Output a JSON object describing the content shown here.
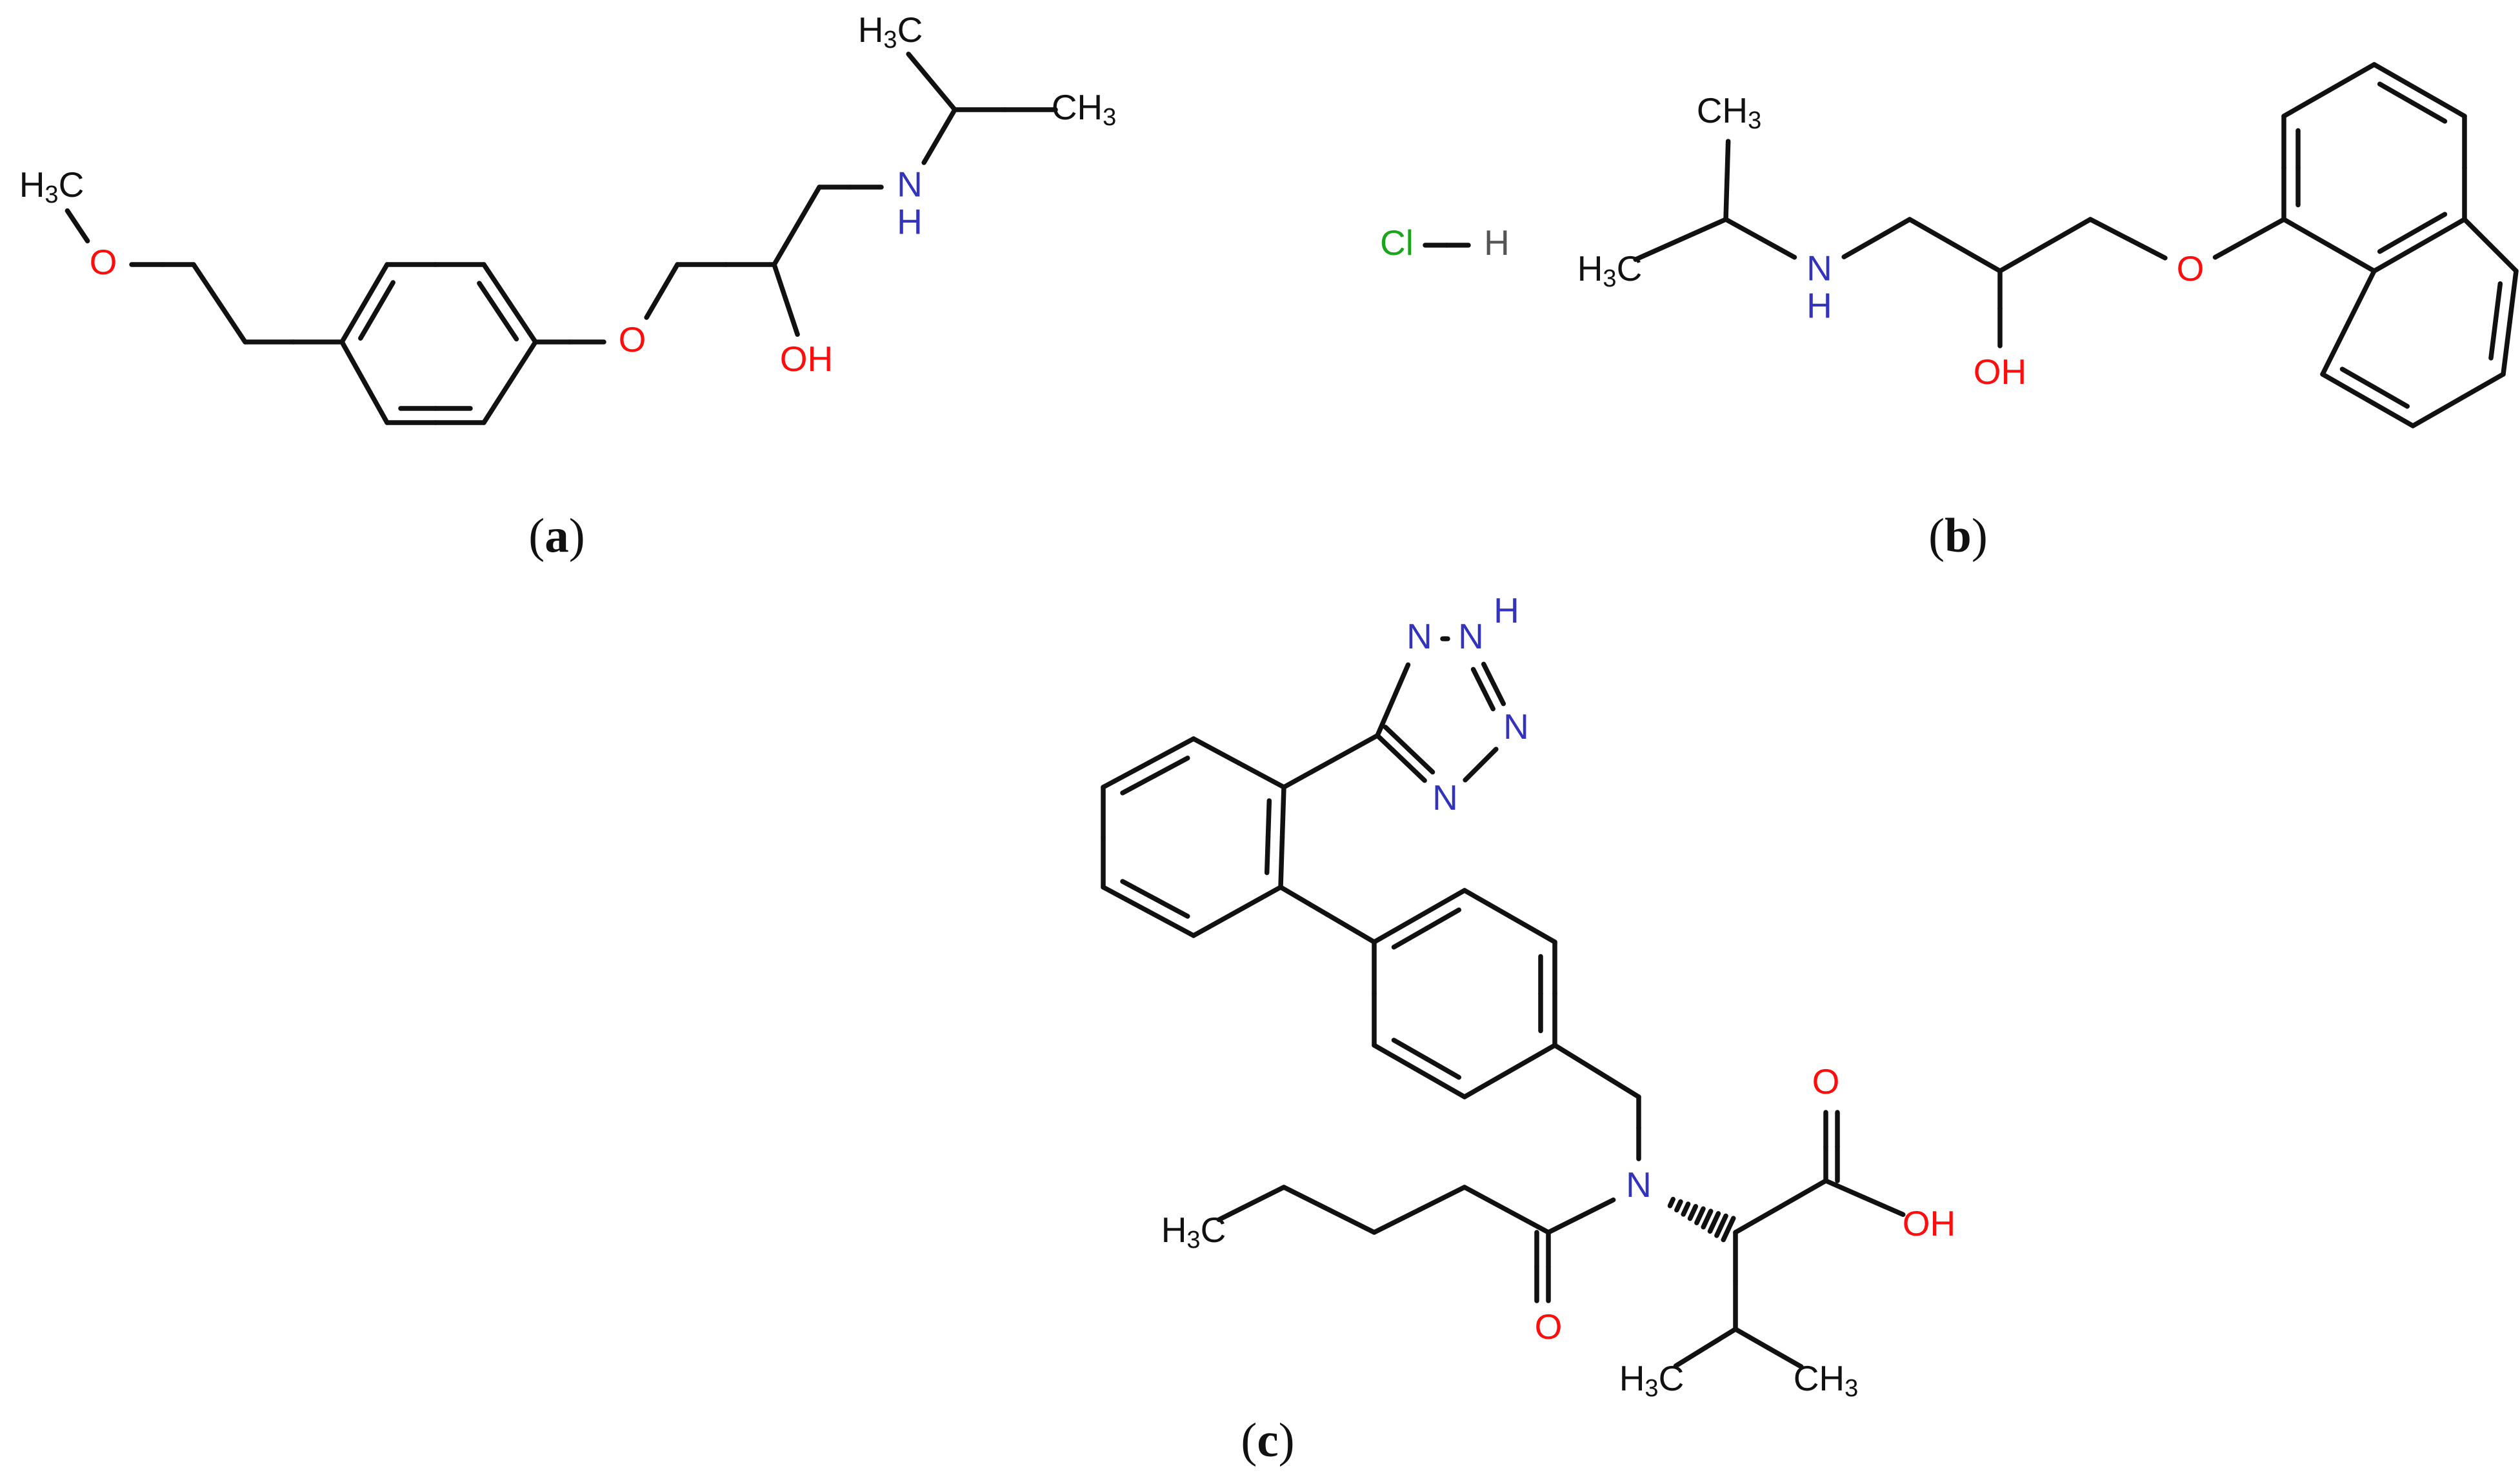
{
  "colors": {
    "bond": "#111111",
    "carbon": "#111111",
    "oxygen": "#ff0d0d",
    "nitrogen": "#3333bb",
    "chlorine": "#1aa51a",
    "hydrogen": "#555555"
  },
  "panels": [
    {
      "id": "a",
      "caption": {
        "open": "(",
        "letter": "a",
        "close": ")"
      },
      "atoms": [
        {
          "id": "C1",
          "sym": "C",
          "label": "H3C",
          "label_parts": [
            "H",
            "3",
            "C"
          ],
          "element": "carbon"
        },
        {
          "id": "O1",
          "sym": "O",
          "label": "O",
          "label_parts": [
            "O"
          ],
          "element": "oxygen"
        },
        {
          "id": "C2",
          "sym": "C",
          "label": "",
          "element": "carbon"
        },
        {
          "id": "C3",
          "sym": "C",
          "label": "",
          "element": "carbon"
        },
        {
          "id": "Ar1",
          "sym": "C",
          "label": "",
          "element": "carbon"
        },
        {
          "id": "Ar2",
          "sym": "C",
          "label": "",
          "element": "carbon"
        },
        {
          "id": "Ar3",
          "sym": "C",
          "label": "",
          "element": "carbon"
        },
        {
          "id": "Ar4",
          "sym": "C",
          "label": "",
          "element": "carbon"
        },
        {
          "id": "Ar5",
          "sym": "C",
          "label": "",
          "element": "carbon"
        },
        {
          "id": "Ar6",
          "sym": "C",
          "label": "",
          "element": "carbon"
        },
        {
          "id": "O2",
          "sym": "O",
          "label": "O",
          "label_parts": [
            "O"
          ],
          "element": "oxygen"
        },
        {
          "id": "C4",
          "sym": "C",
          "label": "",
          "element": "carbon"
        },
        {
          "id": "C5",
          "sym": "C",
          "label": "",
          "element": "carbon"
        },
        {
          "id": "O3",
          "sym": "O",
          "label": "OH",
          "label_parts": [
            "OH"
          ],
          "element": "oxygen"
        },
        {
          "id": "C6",
          "sym": "C",
          "label": "",
          "element": "carbon"
        },
        {
          "id": "N1",
          "sym": "N",
          "label": "N\nH",
          "label_parts": [
            "N",
            "H"
          ],
          "element": "nitrogen"
        },
        {
          "id": "C7",
          "sym": "C",
          "label": "",
          "element": "carbon"
        },
        {
          "id": "C8",
          "sym": "C",
          "label": "H3C",
          "label_parts": [
            "H",
            "3",
            "C"
          ],
          "element": "carbon"
        },
        {
          "id": "C9",
          "sym": "C",
          "label": "CH3",
          "label_parts": [
            "CH",
            "3"
          ],
          "element": "carbon"
        }
      ],
      "bonds": [
        [
          "C1",
          "O1",
          1
        ],
        [
          "O1",
          "C2",
          1
        ],
        [
          "C2",
          "C3",
          1
        ],
        [
          "C3",
          "Ar1",
          1
        ],
        [
          "Ar1",
          "Ar2",
          2
        ],
        [
          "Ar2",
          "Ar3",
          1
        ],
        [
          "Ar3",
          "Ar4",
          2
        ],
        [
          "Ar4",
          "Ar5",
          1
        ],
        [
          "Ar5",
          "Ar6",
          2
        ],
        [
          "Ar6",
          "Ar1",
          1
        ],
        [
          "Ar4",
          "O2",
          1
        ],
        [
          "O2",
          "C4",
          1
        ],
        [
          "C4",
          "C5",
          1
        ],
        [
          "C5",
          "O3",
          1
        ],
        [
          "C5",
          "C6",
          1
        ],
        [
          "C6",
          "N1",
          1
        ],
        [
          "N1",
          "C7",
          1
        ],
        [
          "C7",
          "C8",
          1
        ],
        [
          "C7",
          "C9",
          1
        ]
      ]
    },
    {
      "id": "hcl",
      "atoms": [
        {
          "id": "Cl",
          "sym": "Cl",
          "label": "Cl",
          "label_parts": [
            "Cl"
          ],
          "element": "chlorine"
        },
        {
          "id": "H",
          "sym": "H",
          "label": "H",
          "label_parts": [
            "H"
          ],
          "element": "hydrogen"
        }
      ],
      "bonds": [
        [
          "Cl",
          "H",
          1
        ]
      ]
    },
    {
      "id": "b",
      "caption": {
        "open": "(",
        "letter": "b",
        "close": ")"
      },
      "atoms": [
        {
          "id": "C1",
          "sym": "C",
          "label": "H3C",
          "label_parts": [
            "H",
            "3",
            "C"
          ],
          "element": "carbon"
        },
        {
          "id": "C2",
          "sym": "C",
          "label": "",
          "element": "carbon"
        },
        {
          "id": "C3",
          "sym": "C",
          "label": "CH3",
          "label_parts": [
            "CH",
            "3"
          ],
          "element": "carbon"
        },
        {
          "id": "N1",
          "sym": "N",
          "label": "N\nH",
          "label_parts": [
            "N",
            "H"
          ],
          "element": "nitrogen"
        },
        {
          "id": "C4",
          "sym": "C",
          "label": "",
          "element": "carbon"
        },
        {
          "id": "C5",
          "sym": "C",
          "label": "",
          "element": "carbon"
        },
        {
          "id": "O1",
          "sym": "O",
          "label": "OH",
          "label_parts": [
            "OH"
          ],
          "element": "oxygen"
        },
        {
          "id": "C6",
          "sym": "C",
          "label": "",
          "element": "carbon"
        },
        {
          "id": "O2",
          "sym": "O",
          "label": "O",
          "label_parts": [
            "O"
          ],
          "element": "oxygen"
        },
        {
          "id": "N1a",
          "sym": "C",
          "label": "",
          "element": "carbon"
        },
        {
          "id": "N2a",
          "sym": "C",
          "label": "",
          "element": "carbon"
        },
        {
          "id": "N3a",
          "sym": "C",
          "label": "",
          "element": "carbon"
        },
        {
          "id": "N4a",
          "sym": "C",
          "label": "",
          "element": "carbon"
        },
        {
          "id": "N4b",
          "sym": "C",
          "label": "",
          "element": "carbon"
        },
        {
          "id": "N5a",
          "sym": "C",
          "label": "",
          "element": "carbon"
        },
        {
          "id": "N6a",
          "sym": "C",
          "label": "",
          "element": "carbon"
        },
        {
          "id": "N7a",
          "sym": "C",
          "label": "",
          "element": "carbon"
        },
        {
          "id": "N8a",
          "sym": "C",
          "label": "",
          "element": "carbon"
        },
        {
          "id": "N8b",
          "sym": "C",
          "label": "",
          "element": "carbon"
        }
      ],
      "bonds": [
        [
          "C1",
          "C2",
          1
        ],
        [
          "C2",
          "C3",
          1
        ],
        [
          "C2",
          "N1",
          1
        ],
        [
          "N1",
          "C4",
          1
        ],
        [
          "C4",
          "C5",
          1
        ],
        [
          "C5",
          "O1",
          1
        ],
        [
          "C5",
          "C6",
          1
        ],
        [
          "C6",
          "O2",
          1
        ],
        [
          "O2",
          "N1a",
          1
        ],
        [
          "N1a",
          "N2a",
          2
        ],
        [
          "N2a",
          "N3a",
          1
        ],
        [
          "N3a",
          "N4a",
          2
        ],
        [
          "N4a",
          "N4b",
          1
        ],
        [
          "N4b",
          "N8b",
          2
        ],
        [
          "N8b",
          "N1a",
          1
        ],
        [
          "N4b",
          "N5a",
          1
        ],
        [
          "N5a",
          "N6a",
          2
        ],
        [
          "N6a",
          "N7a",
          1
        ],
        [
          "N7a",
          "N8a",
          2
        ],
        [
          "N8a",
          "N8b",
          1
        ]
      ]
    },
    {
      "id": "c",
      "caption": {
        "open": "(",
        "letter": "c",
        "close": ")"
      },
      "atoms": [
        {
          "id": "T_N1",
          "sym": "N",
          "label": "N",
          "label_parts": [
            "N"
          ],
          "element": "nitrogen"
        },
        {
          "id": "T_N2",
          "sym": "N",
          "label": "H",
          "label_parts": [
            "H"
          ],
          "element": "nitrogen"
        },
        {
          "id": "T_N2n",
          "sym": "N",
          "label": "N",
          "label_parts": [
            "N"
          ],
          "element": "nitrogen"
        },
        {
          "id": "T_N3",
          "sym": "N",
          "label": "N",
          "label_parts": [
            "N"
          ],
          "element": "nitrogen"
        },
        {
          "id": "T_N4",
          "sym": "N",
          "label": "N",
          "label_parts": [
            "N"
          ],
          "element": "nitrogen"
        },
        {
          "id": "T_C5",
          "sym": "C",
          "label": "",
          "element": "carbon"
        },
        {
          "id": "A1",
          "sym": "C",
          "label": "",
          "element": "carbon"
        },
        {
          "id": "A2",
          "sym": "C",
          "label": "",
          "element": "carbon"
        },
        {
          "id": "A3",
          "sym": "C",
          "label": "",
          "element": "carbon"
        },
        {
          "id": "A4",
          "sym": "C",
          "label": "",
          "element": "carbon"
        },
        {
          "id": "A5",
          "sym": "C",
          "label": "",
          "element": "carbon"
        },
        {
          "id": "A6",
          "sym": "C",
          "label": "",
          "element": "carbon"
        },
        {
          "id": "B1",
          "sym": "C",
          "label": "",
          "element": "carbon"
        },
        {
          "id": "B2",
          "sym": "C",
          "label": "",
          "element": "carbon"
        },
        {
          "id": "B3",
          "sym": "C",
          "label": "",
          "element": "carbon"
        },
        {
          "id": "B4",
          "sym": "C",
          "label": "",
          "element": "carbon"
        },
        {
          "id": "B5",
          "sym": "C",
          "label": "",
          "element": "carbon"
        },
        {
          "id": "B6",
          "sym": "C",
          "label": "",
          "element": "carbon"
        },
        {
          "id": "CH2",
          "sym": "C",
          "label": "",
          "element": "carbon"
        },
        {
          "id": "N",
          "sym": "N",
          "label": "N",
          "label_parts": [
            "N"
          ],
          "element": "nitrogen"
        },
        {
          "id": "Ca",
          "sym": "C",
          "label": "",
          "element": "carbon"
        },
        {
          "id": "Ccooh",
          "sym": "C",
          "label": "",
          "element": "carbon"
        },
        {
          "id": "Od",
          "sym": "O",
          "label": "O",
          "label_parts": [
            "O"
          ],
          "element": "oxygen"
        },
        {
          "id": "Oh",
          "sym": "O",
          "label": "OH",
          "label_parts": [
            "OH"
          ],
          "element": "oxygen"
        },
        {
          "id": "Cb",
          "sym": "C",
          "label": "",
          "element": "carbon"
        },
        {
          "id": "Cg1",
          "sym": "C",
          "label": "H3C",
          "label_parts": [
            "H",
            "3",
            "C"
          ],
          "element": "carbon"
        },
        {
          "id": "Cg2",
          "sym": "C",
          "label": "CH3",
          "label_parts": [
            "CH",
            "3"
          ],
          "element": "carbon"
        },
        {
          "id": "Cam",
          "sym": "C",
          "label": "",
          "element": "carbon"
        },
        {
          "id": "Oam",
          "sym": "O",
          "label": "O",
          "label_parts": [
            "O"
          ],
          "element": "oxygen"
        },
        {
          "id": "P1",
          "sym": "C",
          "label": "",
          "element": "carbon"
        },
        {
          "id": "P2",
          "sym": "C",
          "label": "",
          "element": "carbon"
        },
        {
          "id": "P3",
          "sym": "C",
          "label": "",
          "element": "carbon"
        },
        {
          "id": "P4",
          "sym": "C",
          "label": "H3C",
          "label_parts": [
            "H",
            "3",
            "C"
          ],
          "element": "carbon"
        }
      ],
      "bonds": [
        [
          "T_N1",
          "T_N2n",
          1
        ],
        [
          "T_N2n",
          "T_N3",
          2
        ],
        [
          "T_N3",
          "T_N4",
          1
        ],
        [
          "T_N4",
          "T_C5",
          2
        ],
        [
          "T_C5",
          "T_N1",
          1
        ],
        [
          "T_N1",
          "T_N2",
          0
        ],
        [
          "T_C5",
          "A1",
          1
        ],
        [
          "A1",
          "A2",
          2
        ],
        [
          "A2",
          "A3",
          1
        ],
        [
          "A3",
          "A4",
          2
        ],
        [
          "A4",
          "A5",
          1
        ],
        [
          "A5",
          "A6",
          2
        ],
        [
          "A6",
          "A1",
          1
        ],
        [
          "A2",
          "B1",
          1
        ],
        [
          "B1",
          "B2",
          2
        ],
        [
          "B2",
          "B3",
          1
        ],
        [
          "B3",
          "B4",
          2
        ],
        [
          "B4",
          "B5",
          1
        ],
        [
          "B5",
          "B6",
          2
        ],
        [
          "B6",
          "B1",
          1
        ],
        [
          "B4",
          "CH2",
          1
        ],
        [
          "CH2",
          "N",
          1
        ],
        [
          "N",
          "Ca",
          3
        ],
        [
          "Ca",
          "Ccooh",
          1
        ],
        [
          "Ccooh",
          "Od",
          2
        ],
        [
          "Ccooh",
          "Oh",
          1
        ],
        [
          "Ca",
          "Cb",
          1
        ],
        [
          "Cb",
          "Cg1",
          1
        ],
        [
          "Cb",
          "Cg2",
          1
        ],
        [
          "N",
          "Cam",
          1
        ],
        [
          "Cam",
          "Oam",
          2
        ],
        [
          "Cam",
          "P1",
          1
        ],
        [
          "P1",
          "P2",
          1
        ],
        [
          "P2",
          "P3",
          1
        ],
        [
          "P3",
          "P4",
          1
        ]
      ]
    }
  ]
}
